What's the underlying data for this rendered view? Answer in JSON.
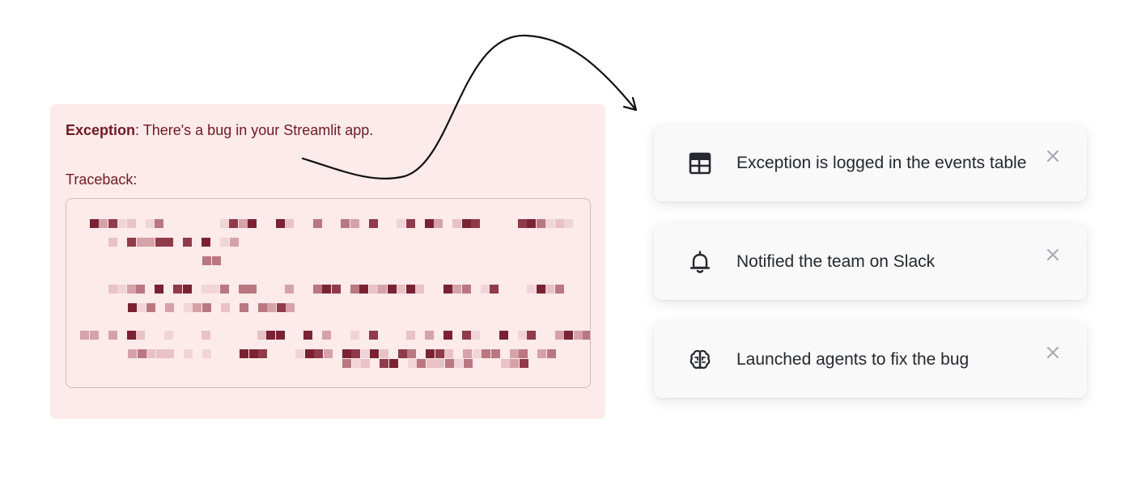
{
  "exception": {
    "label": "Exception",
    "message": ": There's a bug in your Streamlit app.",
    "traceback_label": "Traceback:",
    "text_color": "#6f1a26",
    "panel_bg": "#fdeaea"
  },
  "notifications": [
    {
      "icon": "table-icon",
      "text": "Exception is logged in the events table"
    },
    {
      "icon": "bell-icon",
      "text": "Notified the team on Slack"
    },
    {
      "icon": "brain-icon",
      "text": "Launched agents to fix the bug"
    }
  ],
  "colors": {
    "card_bg": "#f9f9f9",
    "card_text": "#262730",
    "close_icon": "#a3a8b4"
  }
}
